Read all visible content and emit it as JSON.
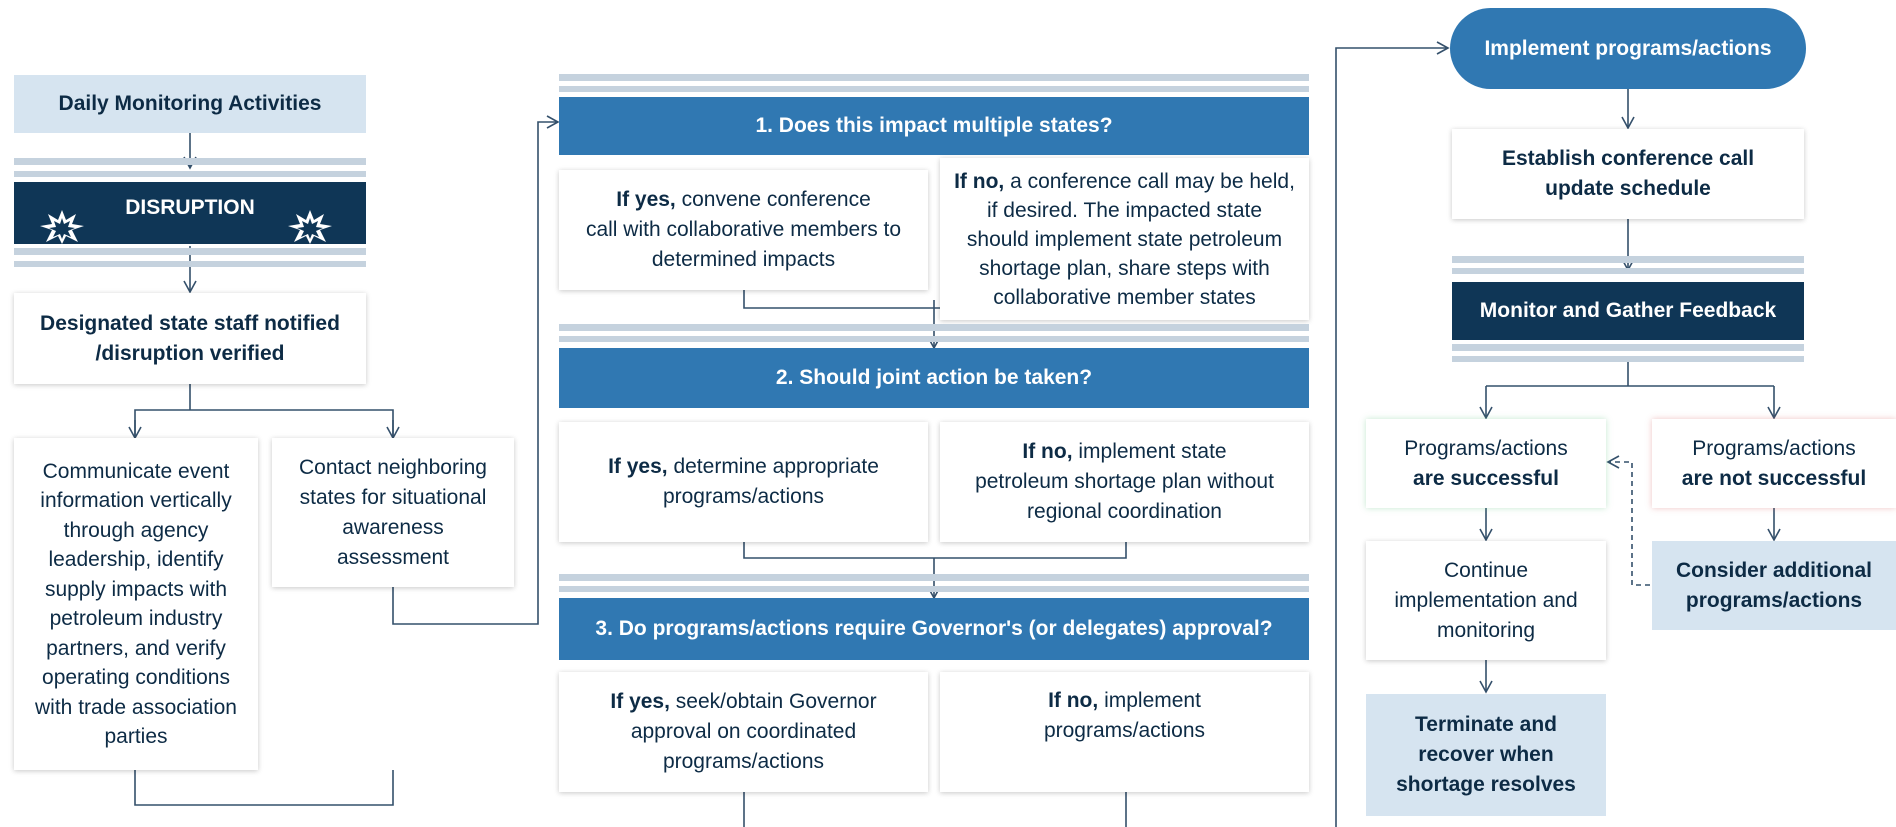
{
  "daily": "Daily Monitoring Activities",
  "disruption": "DISRUPTION",
  "designated": [
    "Designated state staff notified",
    "/disruption verified"
  ],
  "communicate": [
    "Communicate event",
    "information vertically",
    "through agency",
    "leadership, identify",
    "supply impacts with",
    "petroleum industry",
    "partners, and verify",
    "operating conditions",
    "with trade association",
    "parties"
  ],
  "contact": [
    "Contact neighboring",
    "states for situational",
    "awareness",
    "assessment"
  ],
  "q1": {
    "title": "1. Does this impact multiple states?",
    "yes_lead": "If yes,",
    "yes_rest": [
      "convene conference",
      "call with collaborative members to",
      "determined impacts"
    ],
    "no_lead": "If no,",
    "no_rest": [
      "a conference call may be held,",
      "if desired. The impacted state",
      "should implement state petroleum",
      "shortage plan, share steps with",
      "collaborative member states"
    ]
  },
  "q2": {
    "title": "2. Should joint action be taken?",
    "yes_lead": "If yes,",
    "yes_rest": [
      "determine appropriate",
      "programs/actions"
    ],
    "no_lead": "If no,",
    "no_rest": [
      "implement state",
      "petroleum shortage plan without",
      "regional coordination"
    ]
  },
  "q3": {
    "title": "3. Do programs/actions require Governor's (or delegates) approval?",
    "yes_lead": "If yes,",
    "yes_rest": [
      "seek/obtain Governor",
      "approval on coordinated",
      "programs/actions"
    ],
    "no_lead": "If no,",
    "no_rest": [
      "implement",
      "programs/actions"
    ]
  },
  "implement": "Implement programs/actions",
  "establish": [
    "Establish conference call",
    "update schedule"
  ],
  "monitor": "Monitor and Gather Feedback",
  "successful": [
    "Programs/actions",
    "are successful"
  ],
  "not_successful": [
    "Programs/actions",
    "are not successful"
  ],
  "continue": [
    "Continue",
    "implementation and",
    "monitoring"
  ],
  "consider": [
    "Consider additional",
    "programs/actions"
  ],
  "terminate": [
    "Terminate and",
    "recover when",
    "shortage resolves"
  ],
  "colors": {
    "blue": "#3078b2",
    "navy": "#0f3656",
    "pale": "#d6e4f0",
    "stripe": "#c5d2de",
    "line": "#34506b"
  }
}
